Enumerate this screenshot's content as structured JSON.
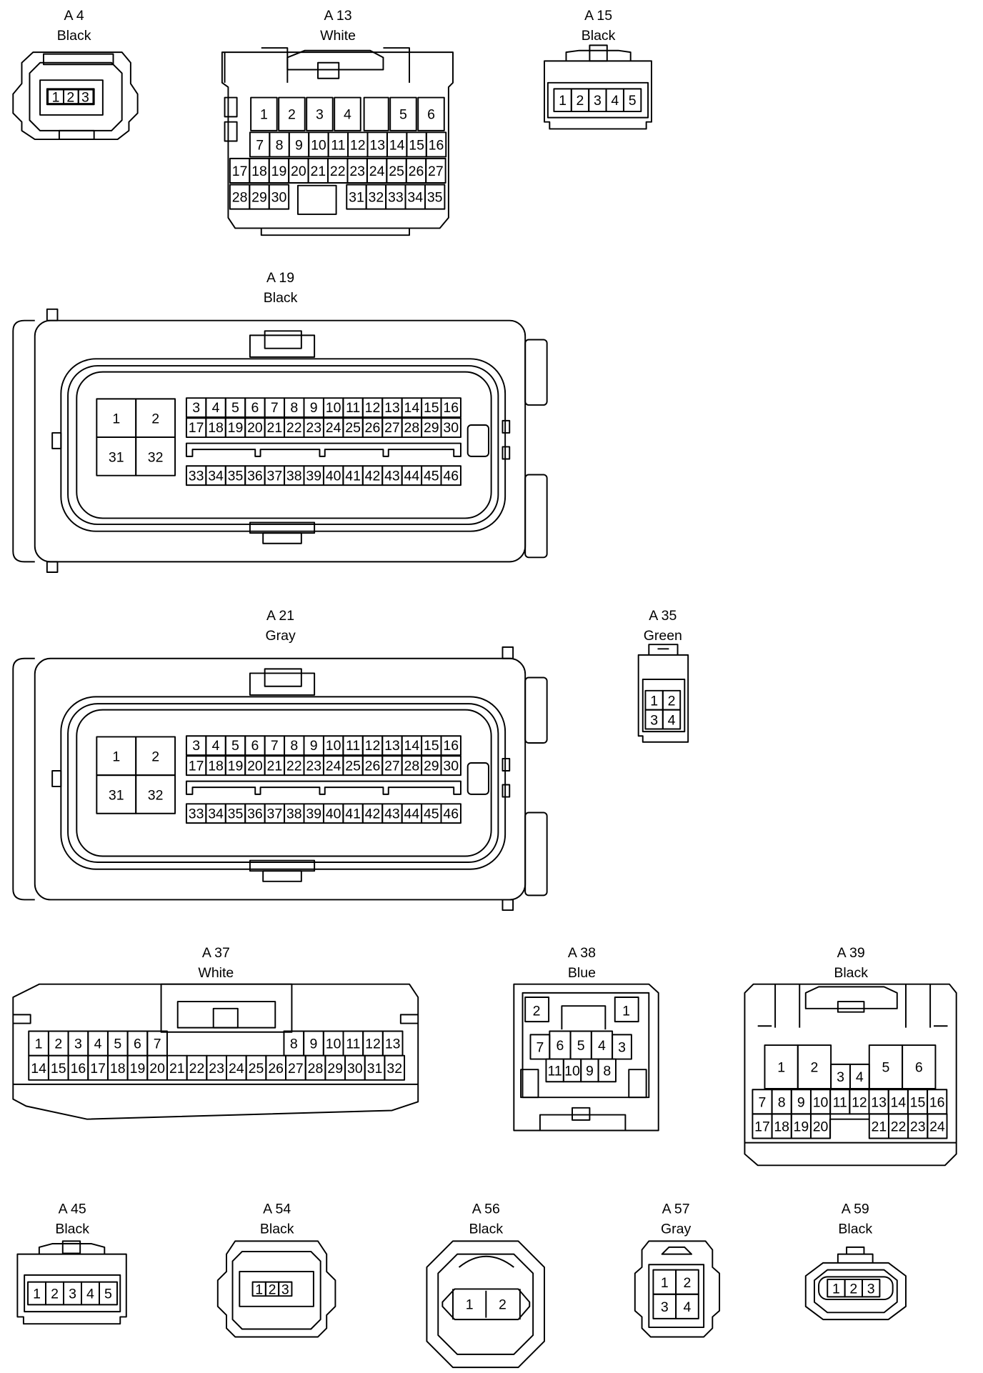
{
  "connectors": [
    {
      "id": "A4",
      "label": "A 4",
      "color": "Black",
      "pins": [
        "1",
        "2",
        "3"
      ]
    },
    {
      "id": "A13",
      "label": "A 13",
      "color": "White",
      "pins": [
        "1",
        "2",
        "3",
        "4",
        "5",
        "6",
        "7",
        "8",
        "9",
        "10",
        "11",
        "12",
        "13",
        "14",
        "15",
        "16",
        "17",
        "18",
        "19",
        "20",
        "21",
        "22",
        "23",
        "24",
        "25",
        "26",
        "27",
        "28",
        "29",
        "30",
        "31",
        "32",
        "33",
        "34",
        "35"
      ]
    },
    {
      "id": "A15",
      "label": "A 15",
      "color": "Black",
      "pins": [
        "1",
        "2",
        "3",
        "4",
        "5"
      ]
    },
    {
      "id": "A19",
      "label": "A 19",
      "color": "Black",
      "pins": [
        "1",
        "2",
        "31",
        "32",
        "3",
        "4",
        "5",
        "6",
        "7",
        "8",
        "9",
        "10",
        "11",
        "12",
        "13",
        "14",
        "15",
        "16",
        "17",
        "18",
        "19",
        "20",
        "21",
        "22",
        "23",
        "24",
        "25",
        "26",
        "27",
        "28",
        "29",
        "30",
        "33",
        "34",
        "35",
        "36",
        "37",
        "38",
        "39",
        "40",
        "41",
        "42",
        "43",
        "44",
        "45",
        "46"
      ]
    },
    {
      "id": "A21",
      "label": "A 21",
      "color": "Gray",
      "pins": [
        "1",
        "2",
        "31",
        "32",
        "3",
        "4",
        "5",
        "6",
        "7",
        "8",
        "9",
        "10",
        "11",
        "12",
        "13",
        "14",
        "15",
        "16",
        "17",
        "18",
        "19",
        "20",
        "21",
        "22",
        "23",
        "24",
        "25",
        "26",
        "27",
        "28",
        "29",
        "30",
        "33",
        "34",
        "35",
        "36",
        "37",
        "38",
        "39",
        "40",
        "41",
        "42",
        "43",
        "44",
        "45",
        "46"
      ]
    },
    {
      "id": "A35",
      "label": "A 35",
      "color": "Green",
      "pins": [
        "1",
        "2",
        "3",
        "4"
      ]
    },
    {
      "id": "A37",
      "label": "A 37",
      "color": "White",
      "pins": [
        "1",
        "2",
        "3",
        "4",
        "5",
        "6",
        "7",
        "8",
        "9",
        "10",
        "11",
        "12",
        "13",
        "14",
        "15",
        "16",
        "17",
        "18",
        "19",
        "20",
        "21",
        "22",
        "23",
        "24",
        "25",
        "26",
        "27",
        "28",
        "29",
        "30",
        "31",
        "32"
      ]
    },
    {
      "id": "A38",
      "label": "A 38",
      "color": "Blue",
      "pins": [
        "2",
        "1",
        "7",
        "6",
        "5",
        "4",
        "3",
        "11",
        "10",
        "9",
        "8"
      ]
    },
    {
      "id": "A39",
      "label": "A 39",
      "color": "Black",
      "pins": [
        "1",
        "2",
        "3",
        "4",
        "5",
        "6",
        "7",
        "8",
        "9",
        "10",
        "11",
        "12",
        "13",
        "14",
        "15",
        "16",
        "17",
        "18",
        "19",
        "20",
        "21",
        "22",
        "23",
        "24"
      ]
    },
    {
      "id": "A45",
      "label": "A 45",
      "color": "Black",
      "pins": [
        "1",
        "2",
        "3",
        "4",
        "5"
      ]
    },
    {
      "id": "A54",
      "label": "A 54",
      "color": "Black",
      "pins": [
        "1",
        "2",
        "3"
      ]
    },
    {
      "id": "A56",
      "label": "A 56",
      "color": "Black",
      "pins": [
        "1",
        "2"
      ]
    },
    {
      "id": "A57",
      "label": "A 57",
      "color": "Gray",
      "pins": [
        "1",
        "2",
        "3",
        "4"
      ]
    },
    {
      "id": "A59",
      "label": "A 59",
      "color": "Black",
      "pins": [
        "1",
        "2",
        "3"
      ]
    }
  ]
}
